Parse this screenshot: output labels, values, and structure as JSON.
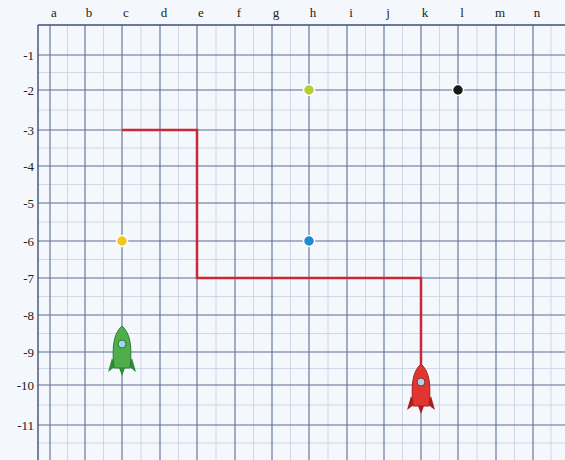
{
  "diagram": {
    "labels": [
      "a",
      "b",
      "c",
      "d",
      "e",
      "f",
      "g",
      "h",
      "i",
      "j",
      "k",
      "l",
      "m",
      "n",
      "-1",
      "-2",
      "-3",
      "-4",
      "-5",
      "-6",
      "-7",
      "-8",
      "-9",
      "-10",
      "-11"
    ]
  }
}
